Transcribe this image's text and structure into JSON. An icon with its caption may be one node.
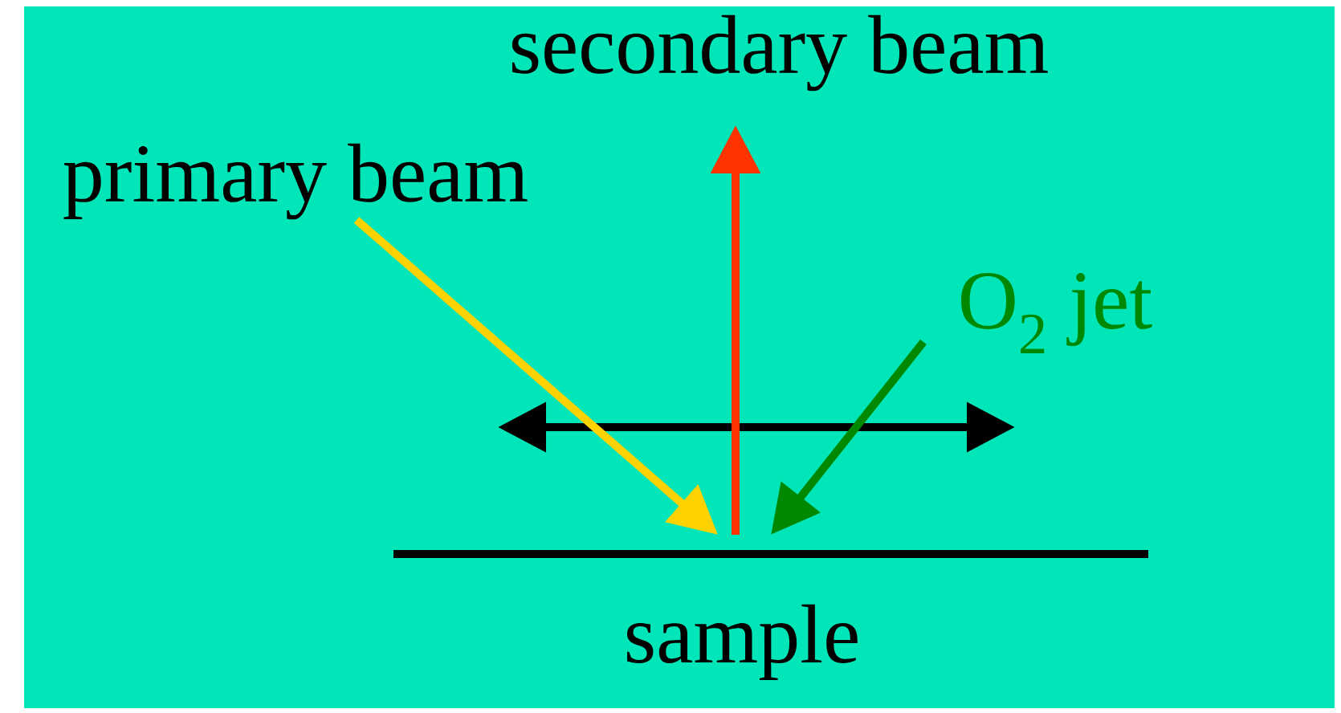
{
  "diagram": {
    "nodes": [
      {
        "text": [
          "secondary beam"
        ]
      },
      {
        "text": [
          "primary beam"
        ]
      },
      {
        "text": [
          "O$_{2}$ jet"
        ]
      },
      {
        "text": [],
        "shape": "bar",
        "beside": [
          "sample"
        ]
      }
    ],
    "edges": [
      {
        "from": 1,
        "to": 3,
        "arrow": "to",
        "color": "#ffd200"
      },
      {
        "from": 3,
        "to": 0,
        "arrow": "to",
        "color": "#ff3300"
      },
      {
        "from": 2,
        "to": 3,
        "arrow": "to",
        "color": "#008800"
      }
    ]
  }
}
